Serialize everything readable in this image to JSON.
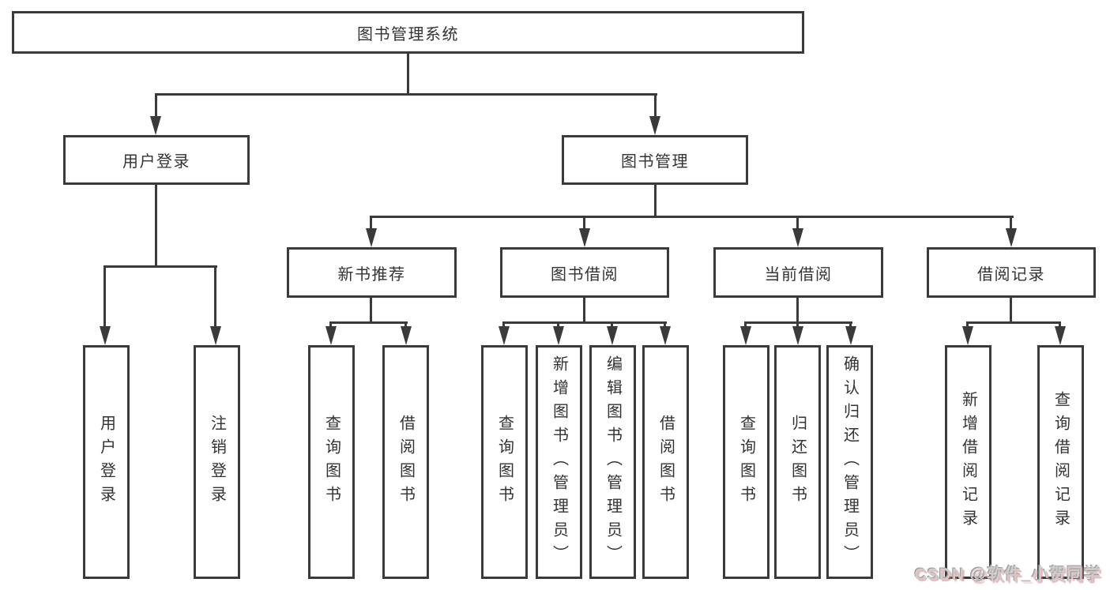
{
  "nodes": {
    "root": "图书管理系统",
    "user_login": "用户登录",
    "book_management": "图书管理",
    "new_book_recommend": "新书推荐",
    "book_borrow": "图书借阅",
    "current_borrow": "当前借阅",
    "borrow_records": "借阅记录",
    "leaf_user_login": "用户登录",
    "leaf_logout_login": "注销登录",
    "leaf_query_book_recommend": "查询图书",
    "leaf_borrow_book_recommend": "借阅图书",
    "leaf_query_book_borrow": "查询图书",
    "leaf_add_book_admin": "新增图书（管理员）",
    "leaf_edit_book_admin": "编辑图书（管理员）",
    "leaf_borrow_book_borrow": "借阅图书",
    "leaf_query_book_current": "查询图书",
    "leaf_return_book": "归还图书",
    "leaf_confirm_return_admin": "确认归还（管理员）",
    "leaf_add_borrow_record": "新增借阅记录",
    "leaf_query_borrow_record": "查询借阅记录"
  },
  "hierarchy": {
    "图书管理系统": {
      "用户登录": [
        "用户登录",
        "注销登录"
      ],
      "图书管理": {
        "新书推荐": [
          "查询图书",
          "借阅图书"
        ],
        "图书借阅": [
          "查询图书",
          "新增图书（管理员）",
          "编辑图书（管理员）",
          "借阅图书"
        ],
        "当前借阅": [
          "查询图书",
          "归还图书",
          "确认归还（管理员）"
        ],
        "借阅记录": [
          "新增借阅记录",
          "查询借阅记录"
        ]
      }
    }
  },
  "watermark": "CSDN @软件_小贺同学",
  "colors": {
    "line": "#3a3a3a",
    "text": "#333333",
    "box_background": "#ffffff",
    "page_background": "#ffffff",
    "watermark_gray": "#cccccc",
    "watermark_red_shadow": "#d87272"
  }
}
